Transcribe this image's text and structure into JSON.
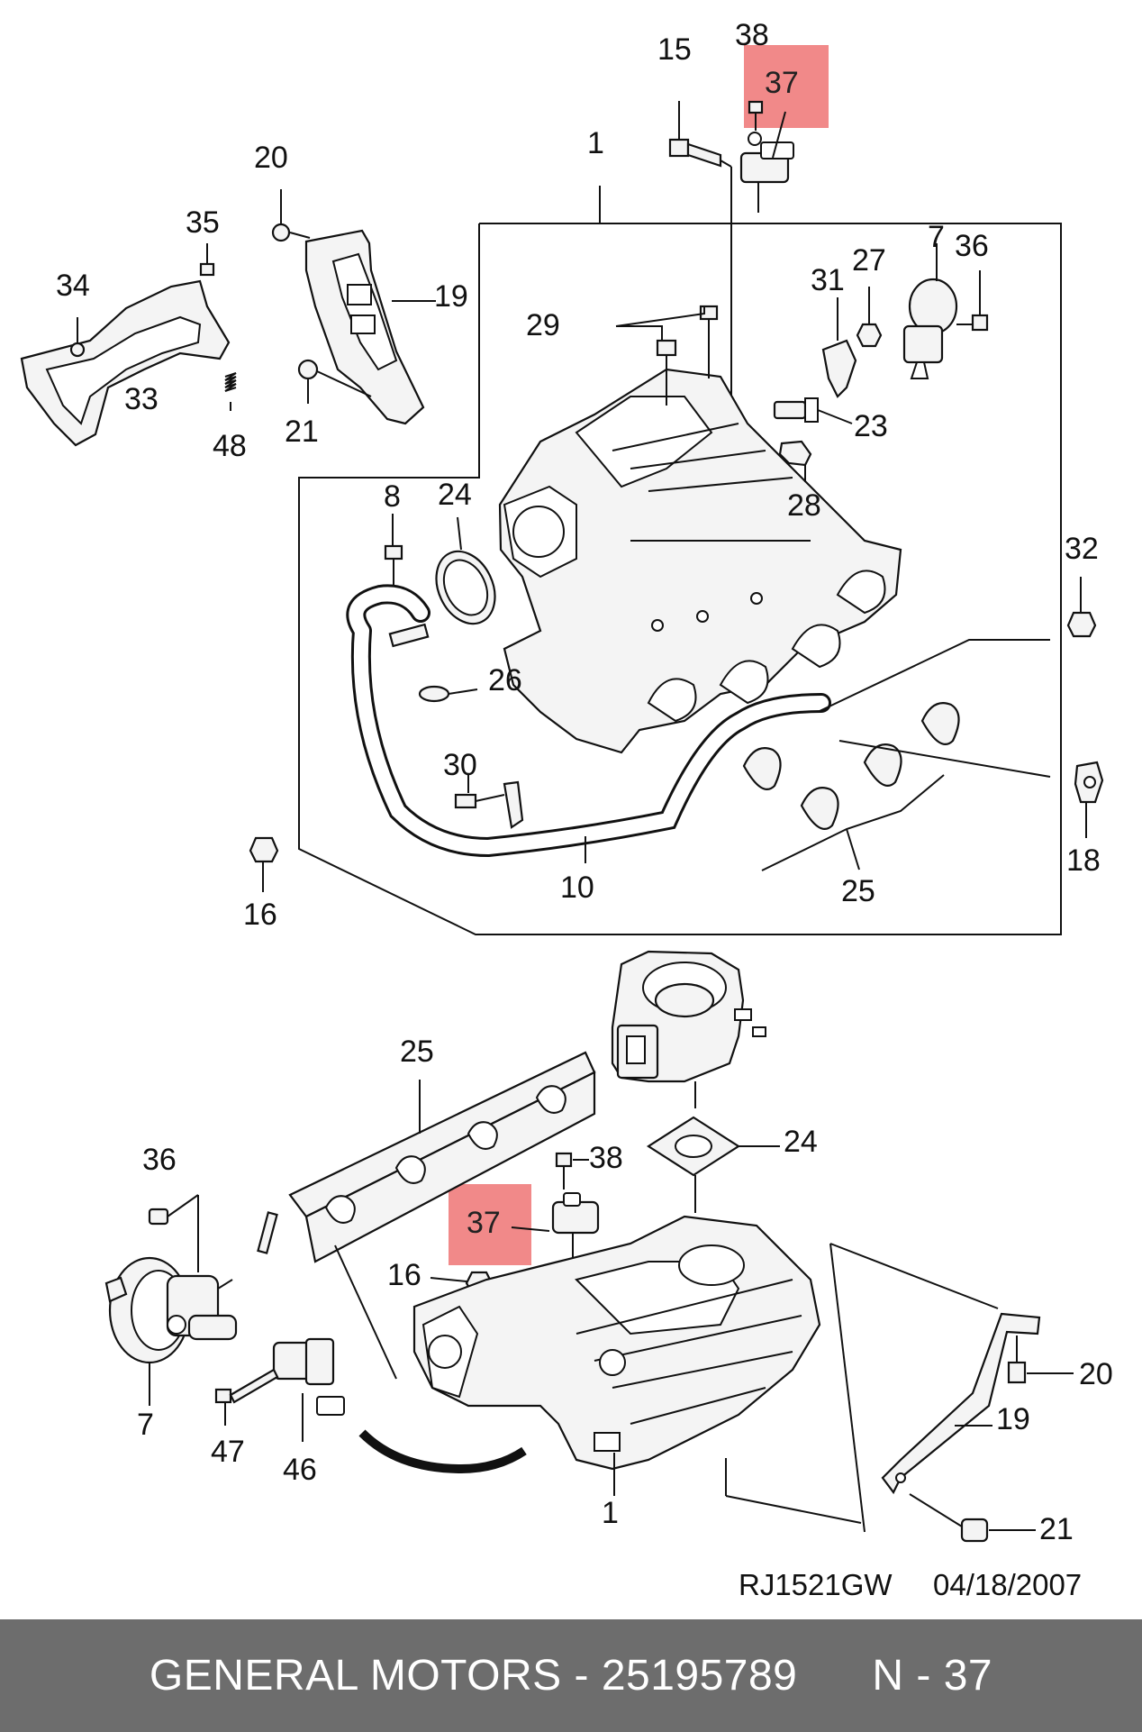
{
  "diagram": {
    "drawing_code": "RJ1521GW",
    "date": "04/18/2007",
    "highlight_color": "#ee7474",
    "highlight_label_top": "37",
    "highlight_label_bottom": "37",
    "labels_top": {
      "l15": "15",
      "l38": "38",
      "l1": "1",
      "l20": "20",
      "l35": "35",
      "l34": "34",
      "l19": "19",
      "l33": "33",
      "l48": "48",
      "l21": "21",
      "l29": "29",
      "l7": "7",
      "l36": "36",
      "l27": "27",
      "l31": "31",
      "l23": "23",
      "l28": "28",
      "l8": "8",
      "l24": "24",
      "l32": "32",
      "l26": "26",
      "l30": "30",
      "l16": "16",
      "l10": "10",
      "l25": "25",
      "l18": "18"
    },
    "labels_bottom": {
      "l25": "25",
      "l24": "24",
      "l36": "36",
      "l38": "38",
      "l16": "16",
      "l20": "20",
      "l19": "19",
      "l7": "7",
      "l47": "47",
      "l46": "46",
      "l1": "1",
      "l21": "21"
    }
  },
  "footer": {
    "brand": "GENERAL MOTORS",
    "separator": "-",
    "part_number": "25195789",
    "ref": "N - 37"
  }
}
